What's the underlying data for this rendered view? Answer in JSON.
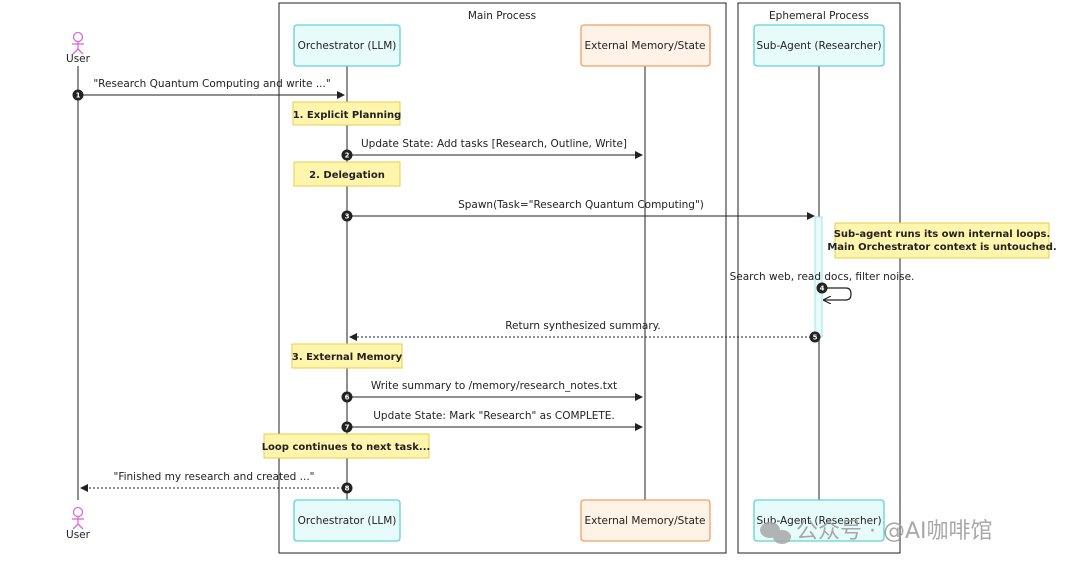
{
  "groups": {
    "main_process": "Main Process",
    "ephemeral_process": "Ephemeral Process"
  },
  "participants": {
    "user": "User",
    "orchestrator": "Orchestrator (LLM)",
    "memory": "External Memory/State",
    "subagent": "Sub-Agent (Researcher)"
  },
  "messages": {
    "m1": "\"Research Quantum Computing and write ...\"",
    "m2": "Update State: Add tasks [Research, Outline, Write]",
    "m3": "Spawn(Task=\"Research Quantum Computing\")",
    "m4": "Search web, read docs, filter noise.",
    "m5": "Return synthesized summary.",
    "m6": "Write summary to /memory/research_notes.txt",
    "m7": "Update State: Mark \"Research\" as COMPLETE.",
    "m8": "\"Finished my research and created ...\""
  },
  "numbers": [
    "1",
    "2",
    "3",
    "4",
    "5",
    "6",
    "7",
    "8"
  ],
  "notes": {
    "planning": "1. Explicit Planning",
    "delegation": "2. Delegation",
    "memory": "3. External Memory",
    "loop": "Loop continues to next task...",
    "subagent_line1": "Sub-agent runs its own internal loops.",
    "subagent_line2": "Main Orchestrator context is untouched."
  },
  "watermark": "公众号 · @AI咖啡馆",
  "colors": {
    "cyan_fill": "#e7fbfb",
    "cyan_stroke": "#5fd3d3",
    "orange_fill": "#fff3e8",
    "orange_stroke": "#f0a060",
    "note_fill": "#fff5ad",
    "note_stroke": "#e6cf4a",
    "actor": "#d86bd8",
    "line": "#222222"
  },
  "icons": {
    "user_actor": "stick-figure-icon",
    "step_marker": "numbered-circle-icon"
  }
}
